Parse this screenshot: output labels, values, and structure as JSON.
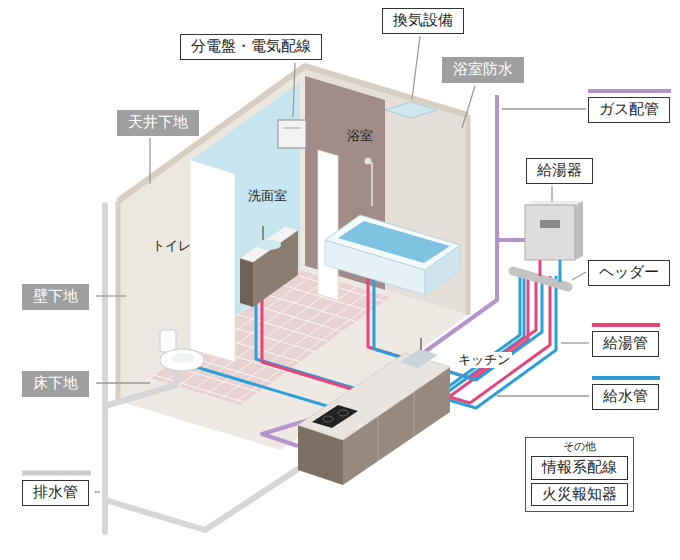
{
  "diagram": {
    "nodes": [
      {
        "text": [
          "換気設備"
        ]
      },
      {
        "text": [
          "分電盤・電気配線"
        ]
      },
      {
        "text": [
          "浴室防水"
        ]
      },
      {
        "text": [
          "ガス配管"
        ]
      },
      {
        "text": [
          "天井下地"
        ]
      },
      {
        "text": [
          "給湯器"
        ]
      },
      {
        "text": [
          "ヘッダー"
        ]
      },
      {
        "text": [
          "壁下地"
        ]
      },
      {
        "text": [
          "給湯管"
        ]
      },
      {
        "text": [
          "床下地"
        ]
      },
      {
        "text": [
          "給水管"
        ]
      },
      {
        "text": [
          "その他"
        ]
      },
      {
        "text": [
          "情報系配線"
        ],
        "in": 11
      },
      {
        "text": [
          "火災報知器"
        ],
        "in": 11
      },
      {
        "text": [
          "排水管"
        ]
      }
    ],
    "labels": [
      "浴室",
      "洗面室",
      "トイレ",
      "キッチン"
    ]
  }
}
